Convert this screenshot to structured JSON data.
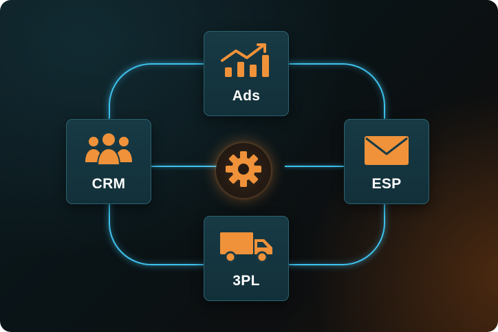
{
  "diagram": {
    "nodes": [
      {
        "id": "ads",
        "label": "Ads",
        "icon": "chart-growth-icon"
      },
      {
        "id": "crm",
        "label": "CRM",
        "icon": "users-icon"
      },
      {
        "id": "esp",
        "label": "ESP",
        "icon": "envelope-icon"
      },
      {
        "id": "3pl",
        "label": "3PL",
        "icon": "truck-icon"
      }
    ],
    "hub": {
      "icon": "gear-icon"
    },
    "colors": {
      "accent": "#f0923a",
      "connector": "#3fc2ee",
      "node_fill": "#173a44",
      "label": "#ffffff"
    }
  }
}
